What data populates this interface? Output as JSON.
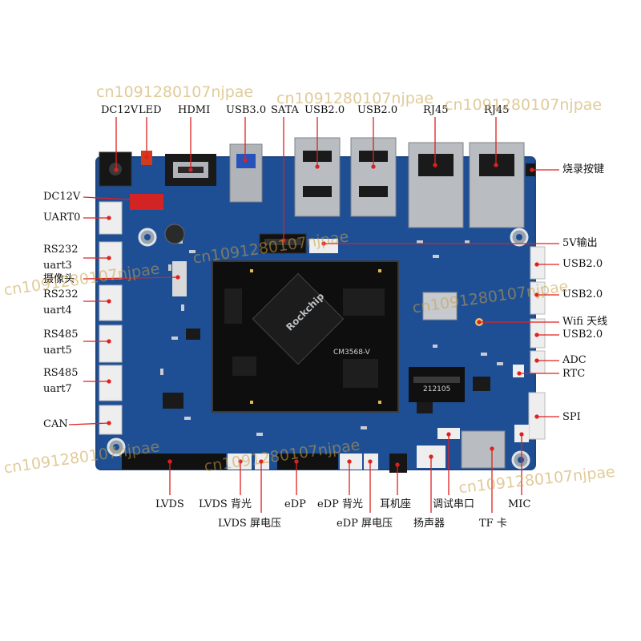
{
  "colors": {
    "board": "#1e4f95",
    "board_dark": "#173f7a",
    "callout": "#e02020",
    "module": "#0d0d0d",
    "connector_white": "#eeeeee",
    "metal": "#b9bcc0",
    "watermark": "#c8a046"
  },
  "labels": {
    "dc12v_top": "DC12V",
    "led": "LED",
    "hdmi": "HDMI",
    "usb30": "USB3.0",
    "sata": "SATA",
    "usb20_top1": "USB2.0",
    "usb20_top2": "USB2.0",
    "rj45_1": "RJ45",
    "rj45_2": "RJ45",
    "burn_key": "烧录按键",
    "dc12v_left": "DC12V",
    "uart0": "UART0",
    "rs232_a": "RS232",
    "uart3": "uart3",
    "camera": "摄像头",
    "rs232_b": "RS232",
    "uart4": "uart4",
    "rs485_a": "RS485",
    "uart5": "uart5",
    "rs485_b": "RS485",
    "uart7": "uart7",
    "can": "CAN",
    "out5v": "5V输出",
    "usb20_r1": "USB2.0",
    "usb20_r2": "USB2.0",
    "wifi": "Wifi 天线",
    "usb20_r3": "USB2.0",
    "adc": "ADC",
    "rtc": "RTC",
    "spi": "SPI",
    "lvds": "LVDS",
    "lvds_backlight": "LVDS 背光",
    "lvds_voltage": "LVDS 屏电压",
    "edp": "eDP",
    "edp_backlight": "eDP 背光",
    "edp_voltage": "eDP 屏电压",
    "headphone": "耳机座",
    "debug_uart": "调试串口",
    "speaker": "扬声器",
    "tf_card": "TF 卡",
    "mic": "MIC"
  },
  "chips": {
    "soc_brand": "Rockchip",
    "module_silk": "CM3568-V",
    "m2_silk": "212105"
  },
  "watermark": "cn1091280107njpae"
}
